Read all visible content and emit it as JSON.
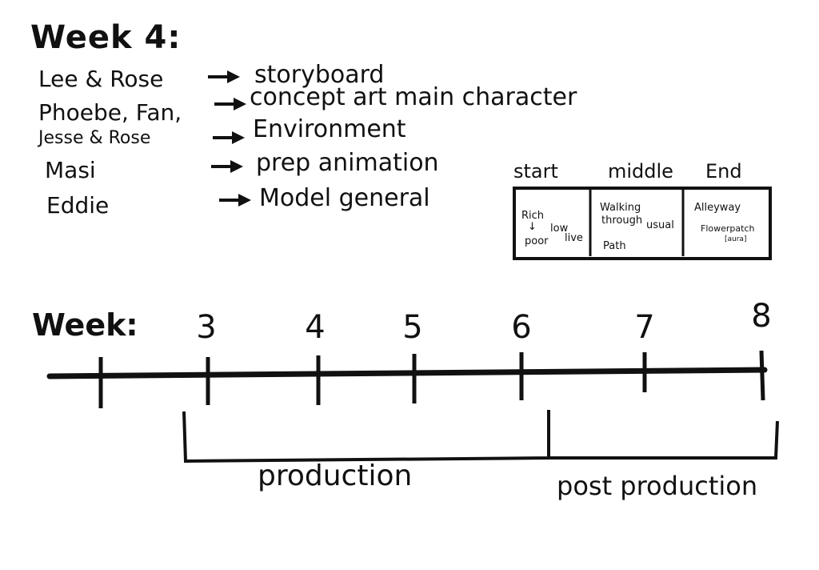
{
  "title": "Week 4:",
  "assignments": [
    {
      "name": "Lee & Rose",
      "task": "storyboard"
    },
    {
      "name": "Phoebe, Fan,",
      "task": "concept art main character"
    },
    {
      "name": "Jesse & Rose",
      "task": "Environment"
    },
    {
      "name": "Masi",
      "task": "prep animation"
    },
    {
      "name": "Eddie",
      "task": "Model general"
    }
  ],
  "story_table": {
    "headers": [
      "start",
      "middle",
      "End"
    ],
    "cells": [
      [
        "Rich",
        "↓",
        "low",
        "poor",
        "live"
      ],
      [
        "Walking",
        "through",
        "usual",
        "Path"
      ],
      [
        "Alleyway",
        "Flowerpatch",
        "[aura]"
      ]
    ]
  },
  "timeline": {
    "label": "Week:",
    "weeks": [
      "3",
      "4",
      "5",
      "6",
      "7",
      "8"
    ],
    "phases": [
      {
        "label": "production"
      },
      {
        "label": "post production"
      }
    ]
  },
  "colors": {
    "ink": "#111111",
    "paper": "#ffffff"
  }
}
